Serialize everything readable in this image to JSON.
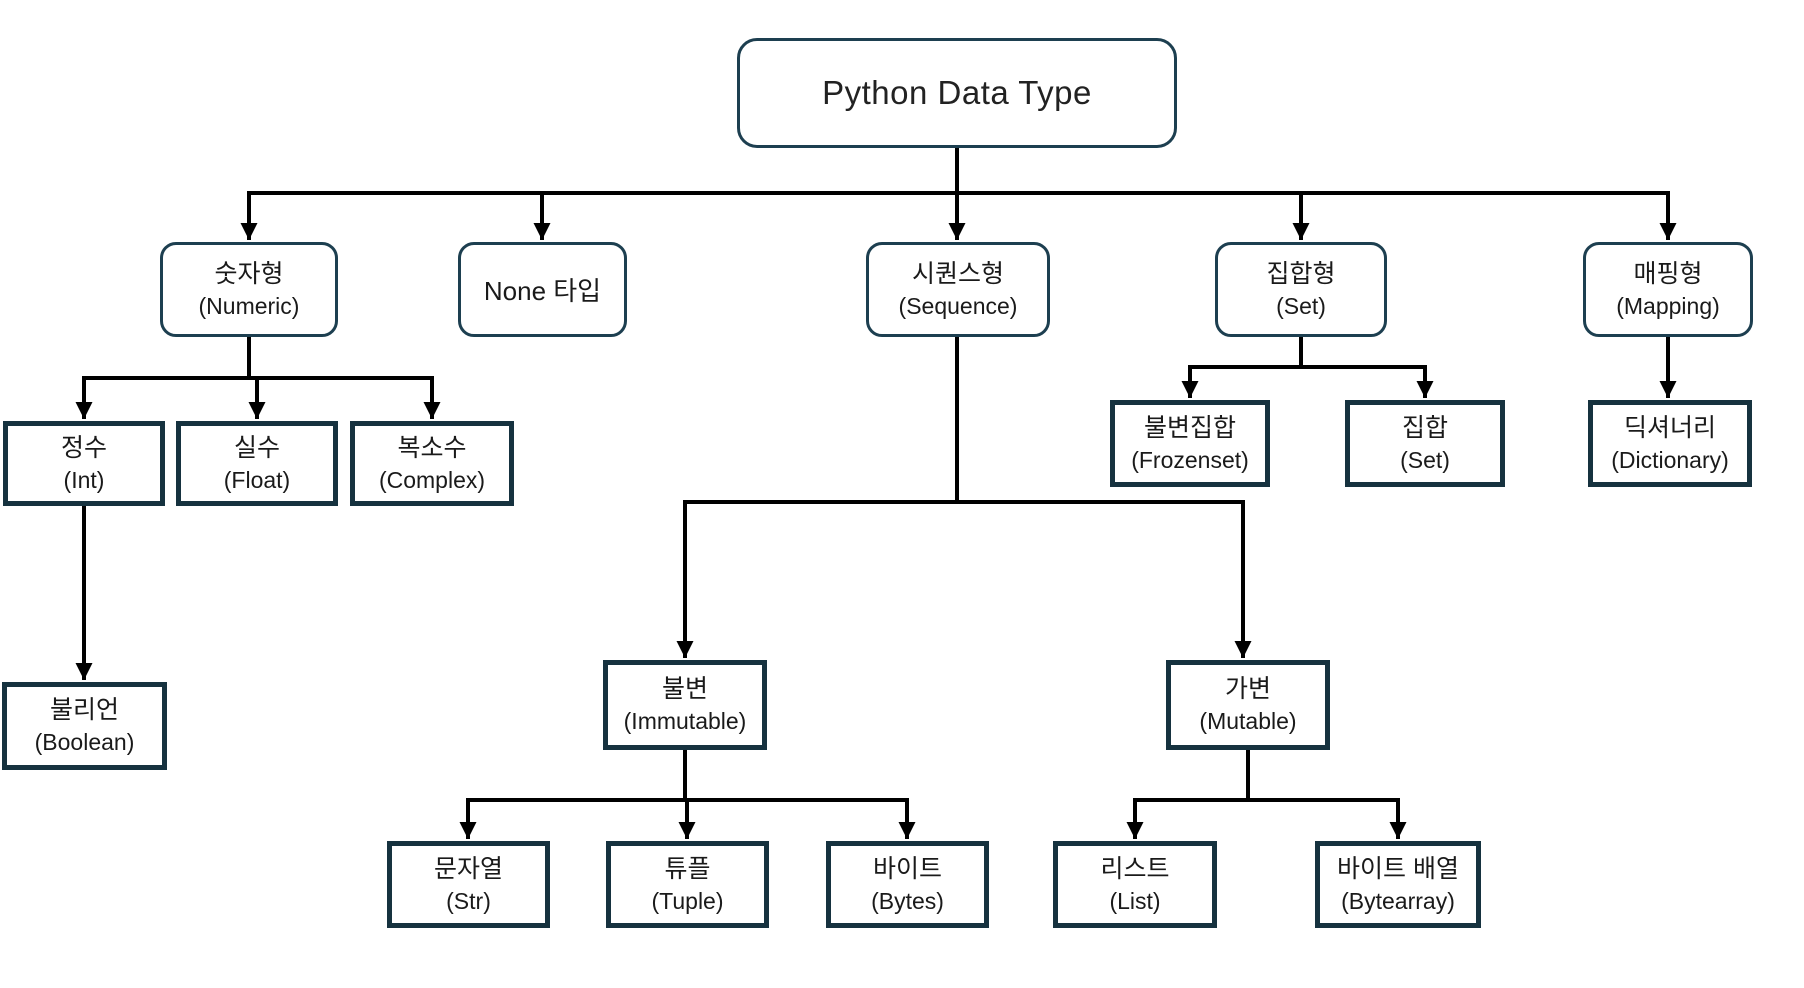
{
  "diagram": {
    "title": "Python Data Type",
    "colors": {
      "square_box_border": "#16323f",
      "rounded_box_border": "#1d3f50",
      "connector": "#000000",
      "text": "#1a1a1a",
      "background": "#ffffff"
    },
    "nodes": {
      "root": {
        "label": "Python Data Type"
      },
      "numeric": {
        "ko": "숫자형",
        "en": "(Numeric)"
      },
      "none": {
        "ko": "None 타입"
      },
      "sequence": {
        "ko": "시퀀스형",
        "en": "(Sequence)"
      },
      "set": {
        "ko": "집합형",
        "en": "(Set)"
      },
      "mapping": {
        "ko": "매핑형",
        "en": "(Mapping)"
      },
      "int": {
        "ko": "정수",
        "en": "(Int)"
      },
      "float": {
        "ko": "실수",
        "en": "(Float)"
      },
      "complex": {
        "ko": "복소수",
        "en": "(Complex)"
      },
      "boolean": {
        "ko": "불리언",
        "en": "(Boolean)"
      },
      "frozenset": {
        "ko": "불변집합",
        "en": "(Frozenset)"
      },
      "set_child": {
        "ko": "집합",
        "en": "(Set)"
      },
      "dictionary": {
        "ko": "딕셔너리",
        "en": "(Dictionary)"
      },
      "immutable": {
        "ko": "불변",
        "en": "(Immutable)"
      },
      "mutable": {
        "ko": "가변",
        "en": "(Mutable)"
      },
      "str": {
        "ko": "문자열",
        "en": "(Str)"
      },
      "tuple": {
        "ko": "튜플",
        "en": "(Tuple)"
      },
      "bytes": {
        "ko": "바이트",
        "en": "(Bytes)"
      },
      "list": {
        "ko": "리스트",
        "en": "(List)"
      },
      "bytearray": {
        "ko": "바이트 배열",
        "en": "(Bytearray)"
      }
    }
  }
}
